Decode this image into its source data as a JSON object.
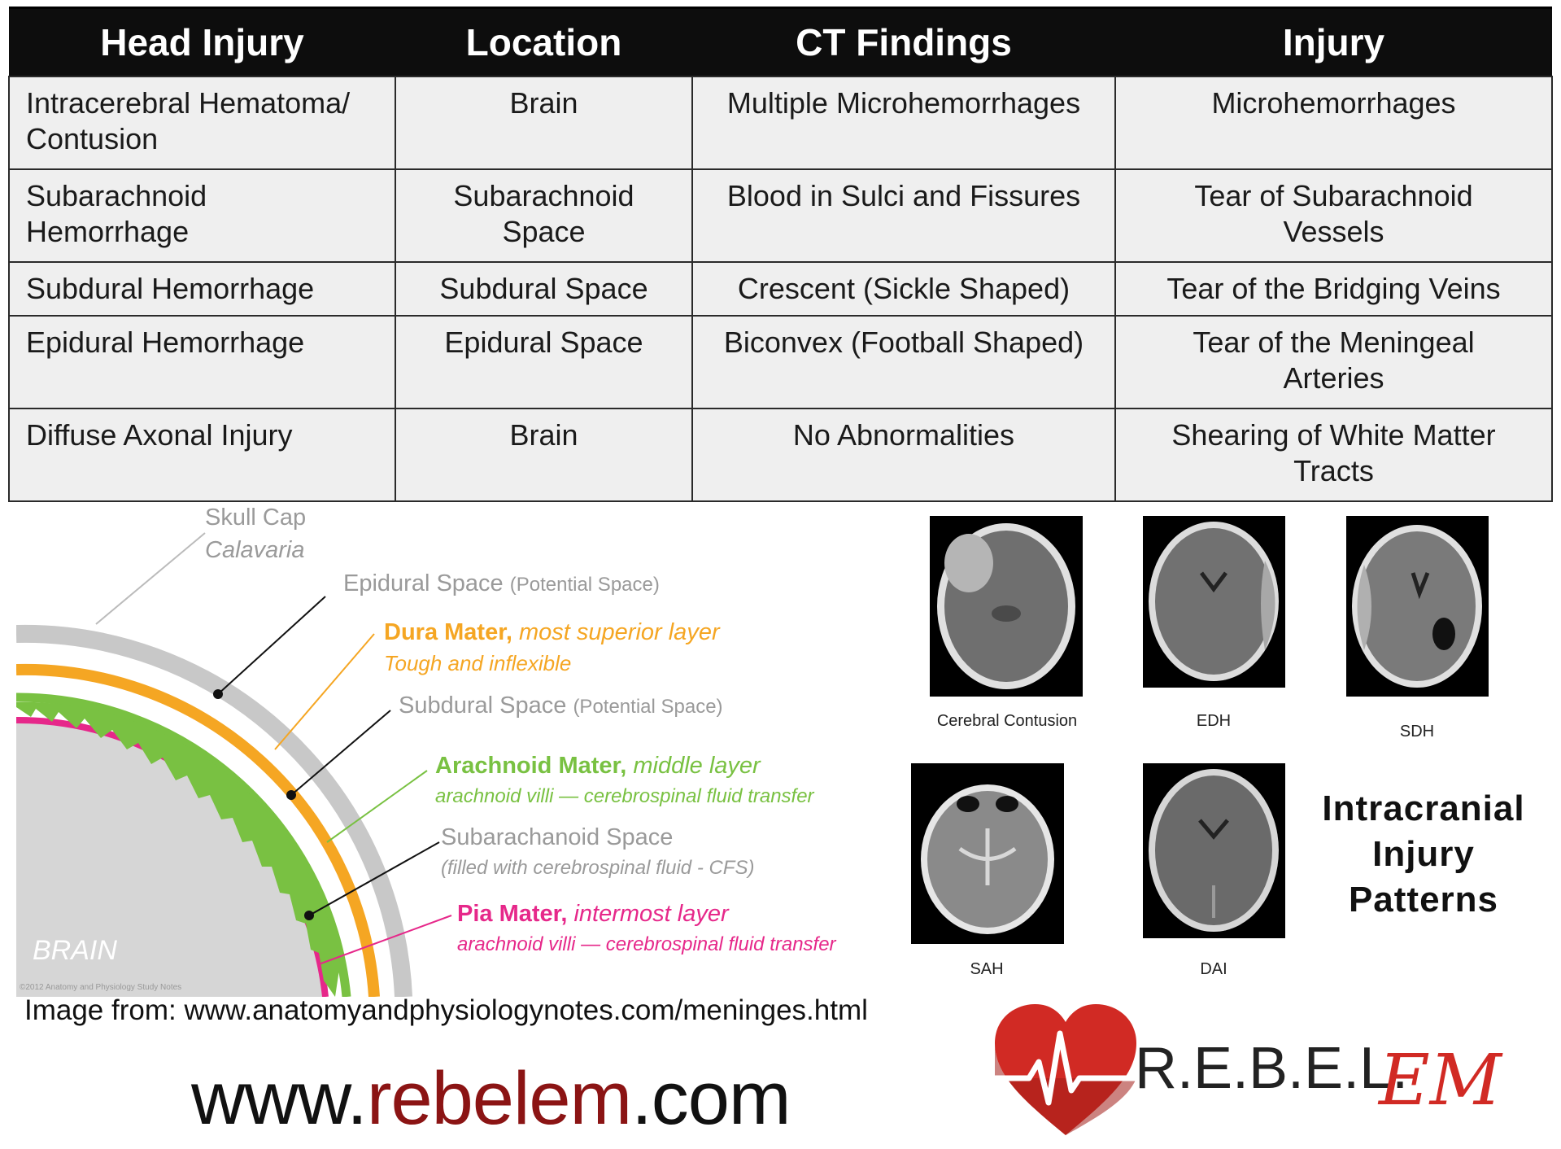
{
  "table": {
    "headers": [
      "Head Injury",
      "Location",
      "CT Findings",
      "Injury"
    ],
    "rows": [
      {
        "injury": "Intracerebral Hematoma/ Contusion",
        "location": "Brain",
        "ct": "Multiple Microhemorrhages",
        "mechanism": "Microhemorrhages"
      },
      {
        "injury": "Subarachnoid Hemorrhage",
        "location": "Subarachnoid Space",
        "ct": "Blood in Sulci and Fissures",
        "mechanism": "Tear of Subarachnoid Vessels"
      },
      {
        "injury": "Subdural Hemorrhage",
        "location": "Subdural Space",
        "ct": "Crescent (Sickle Shaped)",
        "mechanism": "Tear of the Bridging Veins"
      },
      {
        "injury": "Epidural Hemorrhage",
        "location": "Epidural Space",
        "ct": "Biconvex (Football Shaped)",
        "mechanism": "Tear of the Meningeal Arteries"
      },
      {
        "injury": "Diffuse Axonal Injury",
        "location": "Brain",
        "ct": "No Abnormalities",
        "mechanism": "Shearing of White Matter Tracts"
      }
    ]
  },
  "meninges": {
    "skull_cap": "Skull Cap",
    "calvaria": "Calavaria",
    "epidural": "Epidural Space",
    "epidural_note": "(Potential Space)",
    "dura": "Dura Mater,",
    "dura_note": "most superior layer",
    "dura_desc": "Tough and inflexible",
    "subdural": "Subdural Space",
    "subdural_note": "(Potential Space)",
    "arachnoid": "Arachnoid Mater,",
    "arachnoid_note": "middle layer",
    "arachnoid_desc": "arachnoid villi — cerebrospinal fluid transfer",
    "subarachnoid": "Subarachanoid Space",
    "subarachnoid_desc": "(filled with cerebrospinal fluid - CFS)",
    "pia": "Pia Mater,",
    "pia_note": "intermost layer",
    "pia_desc": "arachnoid villi — cerebrospinal fluid transfer",
    "brain": "BRAIN",
    "copyright": "©2012 Anatomy and Physiology Study Notes",
    "colors": {
      "skull": "#c8c8c8",
      "dura": "#f5a623",
      "arachnoid": "#79c142",
      "pia": "#e6288a",
      "brain": "#d6d6d6"
    }
  },
  "image_source": "Image from: www.anatomyandphysiologynotes.com/meninges.html",
  "ct_images": {
    "captions": [
      "Cerebral Contusion",
      "EDH",
      "SDH",
      "SAH",
      "DAI"
    ]
  },
  "patterns_title": [
    "Intracranial",
    "Injury",
    "Patterns"
  ],
  "footer": {
    "site_prefix": "www.",
    "site_mid": "rebelem",
    "site_suffix": ".com",
    "logo_text": "R.E.B.E.L.",
    "logo_script": "EM",
    "logo_color": "#d12a24"
  }
}
